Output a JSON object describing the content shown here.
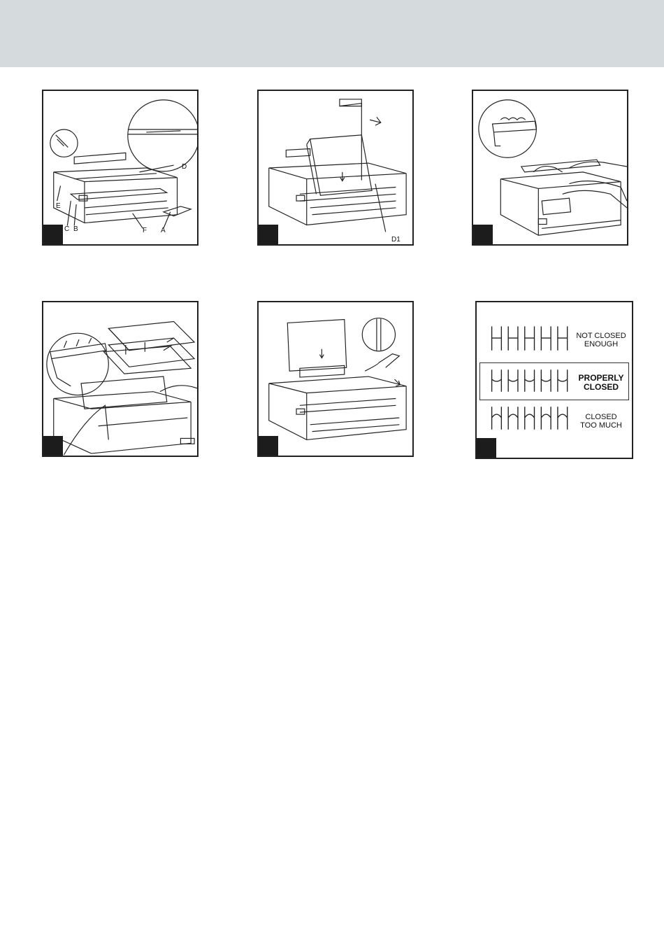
{
  "panels": {
    "p1": {
      "labels": {
        "D": "D",
        "E": "E",
        "C": "C",
        "B": "B",
        "F": "F",
        "A": "A"
      }
    },
    "p2": {
      "labels": {
        "D1": "D1"
      }
    },
    "p6": {
      "wire_states": [
        {
          "line1": "NOT CLOSED",
          "line2": "ENOUGH"
        },
        {
          "line1": "PROPERLY",
          "line2": "CLOSED"
        },
        {
          "line1": "CLOSED",
          "line2": "TOO MUCH"
        }
      ]
    }
  },
  "colors": {
    "header_band": "#d5dadd",
    "step_box": "#1c1c1c",
    "line": "#222222"
  }
}
